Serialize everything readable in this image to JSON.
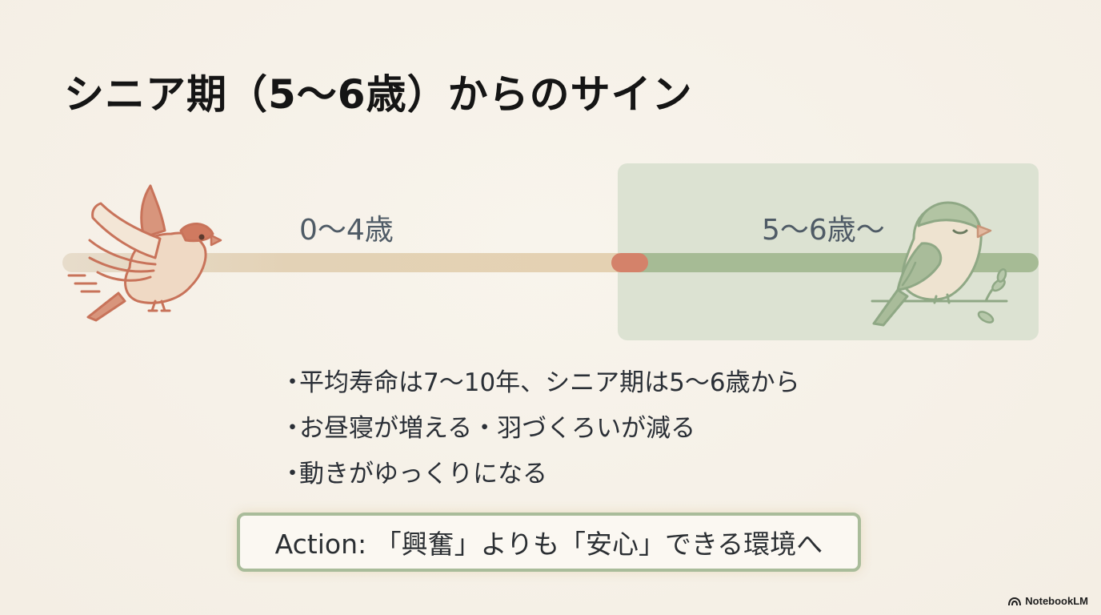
{
  "slide": {
    "title": "シニア期（5〜6歳）からのサイン",
    "timeline": {
      "young_label": "0〜4歳",
      "senior_label": "5〜6歳〜"
    },
    "bullets": [
      {
        "marker": "・",
        "text": "平均寿命は7〜10年、シニア期は5〜6歳から"
      },
      {
        "marker": "・",
        "text": "お昼寝が増える・羽づくろいが減る"
      },
      {
        "marker": "・",
        "text": "動きがゆっくりになる"
      }
    ],
    "action": "Action: 「興奮」よりも「安心」できる環境へ",
    "brand": "NotebookLM"
  },
  "colors": {
    "background": "#f7f2ea",
    "young_track": "#e4d1b2",
    "transition": "#d4826a",
    "senior_track": "#a6bb95",
    "senior_panel": "#dce2d2",
    "young_bird": "#c8735a",
    "senior_bird": "#8fa885"
  },
  "icons": {
    "young_bird": "flying-bird-icon",
    "senior_bird": "perched-bird-icon",
    "brand": "notebooklm-logo-icon"
  }
}
